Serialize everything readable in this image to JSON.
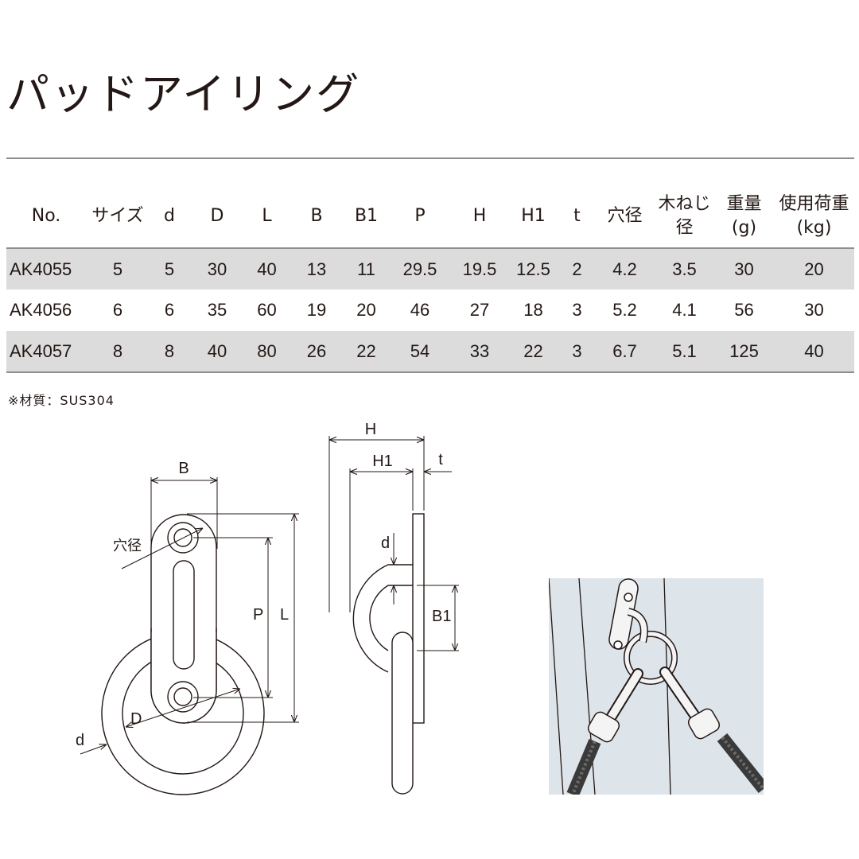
{
  "title": "パッドアイリング",
  "table": {
    "headers": [
      {
        "key": "no",
        "label": "No."
      },
      {
        "key": "size",
        "label": "サイズ"
      },
      {
        "key": "d",
        "label": "d"
      },
      {
        "key": "D",
        "label": "D"
      },
      {
        "key": "L",
        "label": "L"
      },
      {
        "key": "B",
        "label": "B"
      },
      {
        "key": "B1",
        "label": "B1"
      },
      {
        "key": "P",
        "label": "P"
      },
      {
        "key": "H",
        "label": "H"
      },
      {
        "key": "H1",
        "label": "H1"
      },
      {
        "key": "t",
        "label": "t"
      },
      {
        "key": "hole",
        "label": "穴径"
      },
      {
        "key": "screw",
        "label": "木ねじ",
        "label2": "径"
      },
      {
        "key": "weight",
        "label": "重量",
        "label2": "(g)"
      },
      {
        "key": "load",
        "label": "使用荷重",
        "label2": "(kg)"
      }
    ],
    "rows": [
      [
        "AK4055",
        "5",
        "5",
        "30",
        "40",
        "13",
        "11",
        "29.5",
        "19.5",
        "12.5",
        "2",
        "4.2",
        "3.5",
        "30",
        "20"
      ],
      [
        "AK4056",
        "6",
        "6",
        "35",
        "60",
        "19",
        "20",
        "46",
        "27",
        "18",
        "3",
        "5.2",
        "4.1",
        "56",
        "30"
      ],
      [
        "AK4057",
        "8",
        "8",
        "40",
        "80",
        "26",
        "22",
        "54",
        "33",
        "22",
        "3",
        "6.7",
        "5.1",
        "125",
        "40"
      ]
    ]
  },
  "note": "※材質：SUS304",
  "front_view": {
    "labels": {
      "B": "B",
      "hole": "穴径",
      "P": "P",
      "L": "L",
      "D": "D",
      "d": "d"
    }
  },
  "side_view": {
    "labels": {
      "H": "H",
      "H1": "H1",
      "t": "t",
      "d": "d",
      "B1": "B1"
    }
  },
  "usage_illustration": {
    "description": "pad eye ring mounted on wall with two snap hooks and ropes"
  },
  "colors": {
    "text": "#231815",
    "rule": "#8e8e8e",
    "row_shade": "#dcdcdc",
    "illustration_bg": "#dde4ea"
  }
}
